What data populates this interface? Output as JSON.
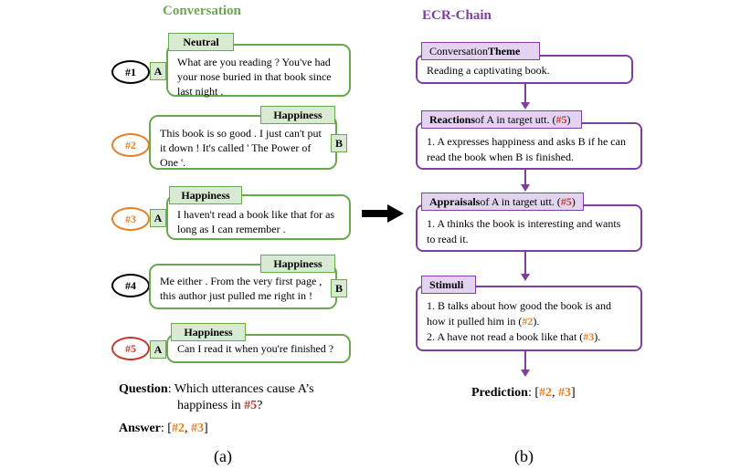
{
  "titles": {
    "conversation": "Conversation",
    "chain": "ECR-Chain"
  },
  "utterances": [
    {
      "idx": "#1",
      "speaker": "A",
      "emotion": "Neutral",
      "text": "What are you reading ? You've had your nose buried in that book since last night ."
    },
    {
      "idx": "#2",
      "speaker": "B",
      "emotion": "Happiness",
      "text": "This book is so good . I just can't put it down ! It's called ' The Power of One '."
    },
    {
      "idx": "#3",
      "speaker": "A",
      "emotion": "Happiness",
      "text": "I haven't read a book like that for as long as I can remember ."
    },
    {
      "idx": "#4",
      "speaker": "B",
      "emotion": "Happiness",
      "text": "Me either . From the very first page , this author just pulled me right in !"
    },
    {
      "idx": "#5",
      "speaker": "A",
      "emotion": "Happiness",
      "text": "Can I read it when you're finished ?"
    }
  ],
  "question": {
    "label": "Question",
    "text1": ": Which utterances cause A’s",
    "text2": "happiness in ",
    "ref": "#5",
    "end": "?"
  },
  "answer": {
    "label": "Answer",
    "sep": ": [",
    "ref1": "#2",
    "comma": ", ",
    "ref2": "#3",
    "close": "]"
  },
  "chain": {
    "theme": {
      "tag_pre": "Conversation ",
      "tag_bold": "Theme",
      "text": "Reading a captivating book."
    },
    "reactions": {
      "tag_bold": "Reactions",
      "tag_rest": " of A in target utt. (",
      "tag_ref": "#5",
      "tag_close": ")",
      "text": "1. A expresses happiness and asks B if he can read the book when B is finished."
    },
    "appraisals": {
      "tag_bold": "Appraisals",
      "tag_rest": " of A in target utt. (",
      "tag_ref": "#5",
      "tag_close": ")",
      "text": "1. A thinks the book is interesting and wants to read it."
    },
    "stimuli": {
      "tag_bold": "Stimuli",
      "line1": "1. B talks about how good the book is and how it pulled him in (",
      "line1_ref": "#2",
      "line1_end": ").",
      "line2": "2. A have not read a book like that (",
      "line2_ref": "#3",
      "line2_end": ")."
    },
    "prediction": {
      "label": "Prediction",
      "sep": ": [",
      "ref1": "#2",
      "comma": ", ",
      "ref2": "#3",
      "close": "]"
    }
  },
  "captions": {
    "left": "(a)",
    "right": "(b)"
  },
  "colors": {
    "conversation": "#6aa84f",
    "chain": "#7e3fa0",
    "highlight_orange": "#e67e22",
    "highlight_red": "#c0392b"
  }
}
